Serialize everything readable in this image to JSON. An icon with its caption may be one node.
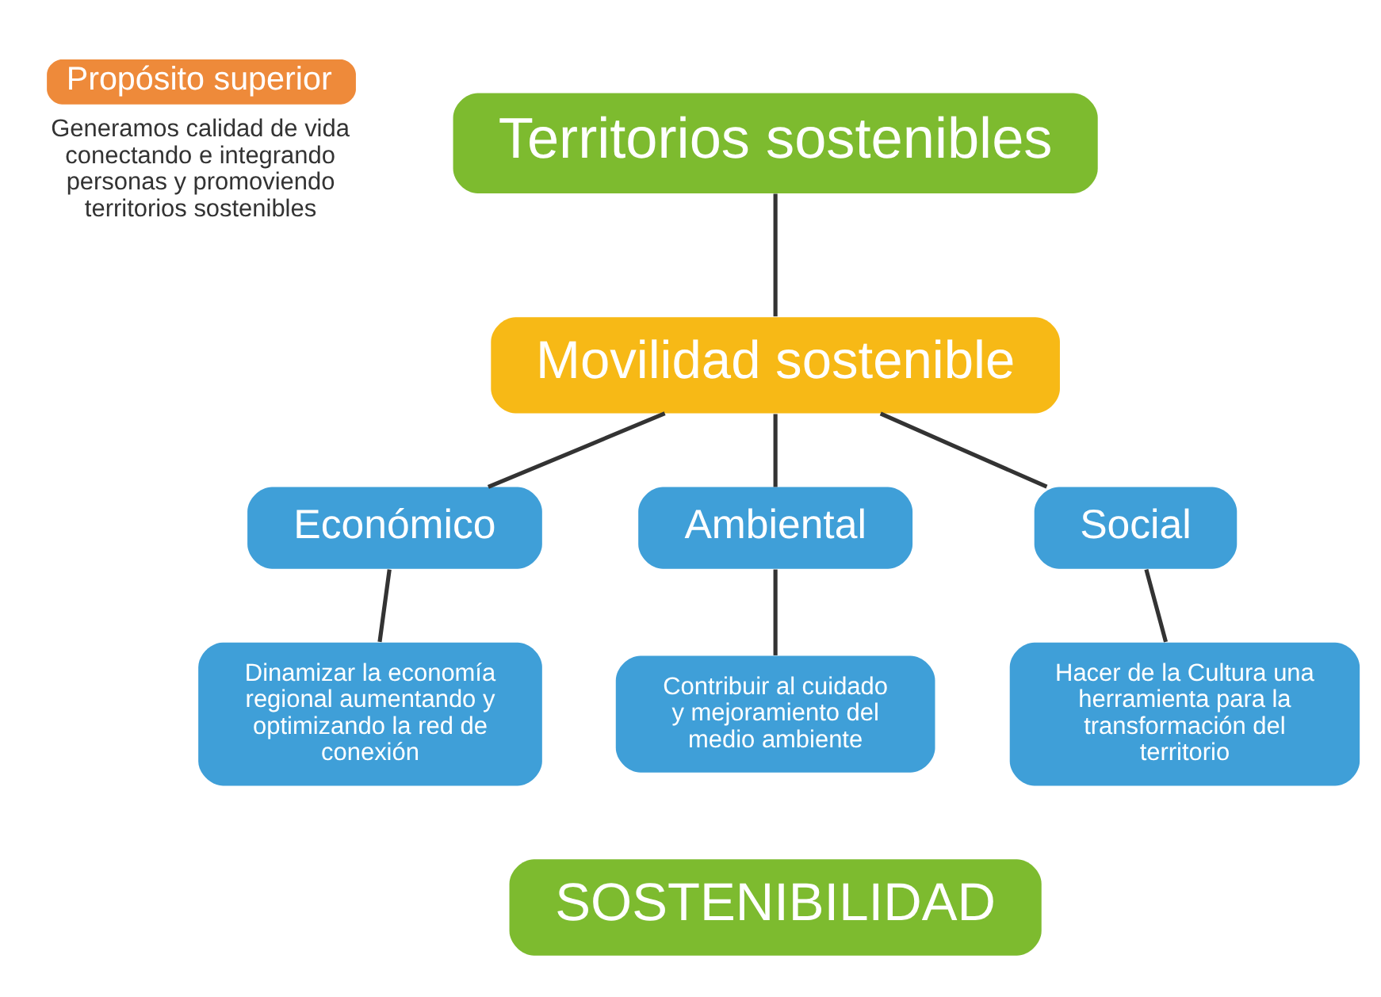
{
  "diagram": {
    "nodes": [
      {
        "text": [
          "Propósito superior"
        ],
        "beside": [
          "Generamos calidad de vida conectando e integrando personas y promoviendo territorios sostenibles"
        ]
      },
      {
        "text": [
          "Territorios sostenibles"
        ]
      },
      {
        "text": [
          "Movilidad sostenible"
        ]
      },
      {
        "text": [
          "Económico"
        ]
      },
      {
        "text": [
          "Ambiental"
        ]
      },
      {
        "text": [
          "Social"
        ]
      },
      {
        "text": [
          "Dinamizar la economía regional aumentando y optimizando la red de conexión"
        ]
      },
      {
        "text": [
          "Contribuir al cuidado y mejoramiento del medio ambiente"
        ]
      },
      {
        "text": [
          "Hacer de la Cultura una herramienta para la transformación del territorio"
        ]
      },
      {
        "text": [
          "SOSTENIBILIDAD"
        ]
      }
    ],
    "edges": [
      {
        "from": 1,
        "to": 2,
        "arrow": "none"
      },
      {
        "from": 2,
        "to": 3,
        "arrow": "none"
      },
      {
        "from": 2,
        "to": 4,
        "arrow": "none"
      },
      {
        "from": 2,
        "to": 5,
        "arrow": "none"
      },
      {
        "from": 3,
        "to": 6,
        "arrow": "none"
      },
      {
        "from": 4,
        "to": 7,
        "arrow": "none"
      },
      {
        "from": 5,
        "to": 8,
        "arrow": "none"
      }
    ]
  }
}
